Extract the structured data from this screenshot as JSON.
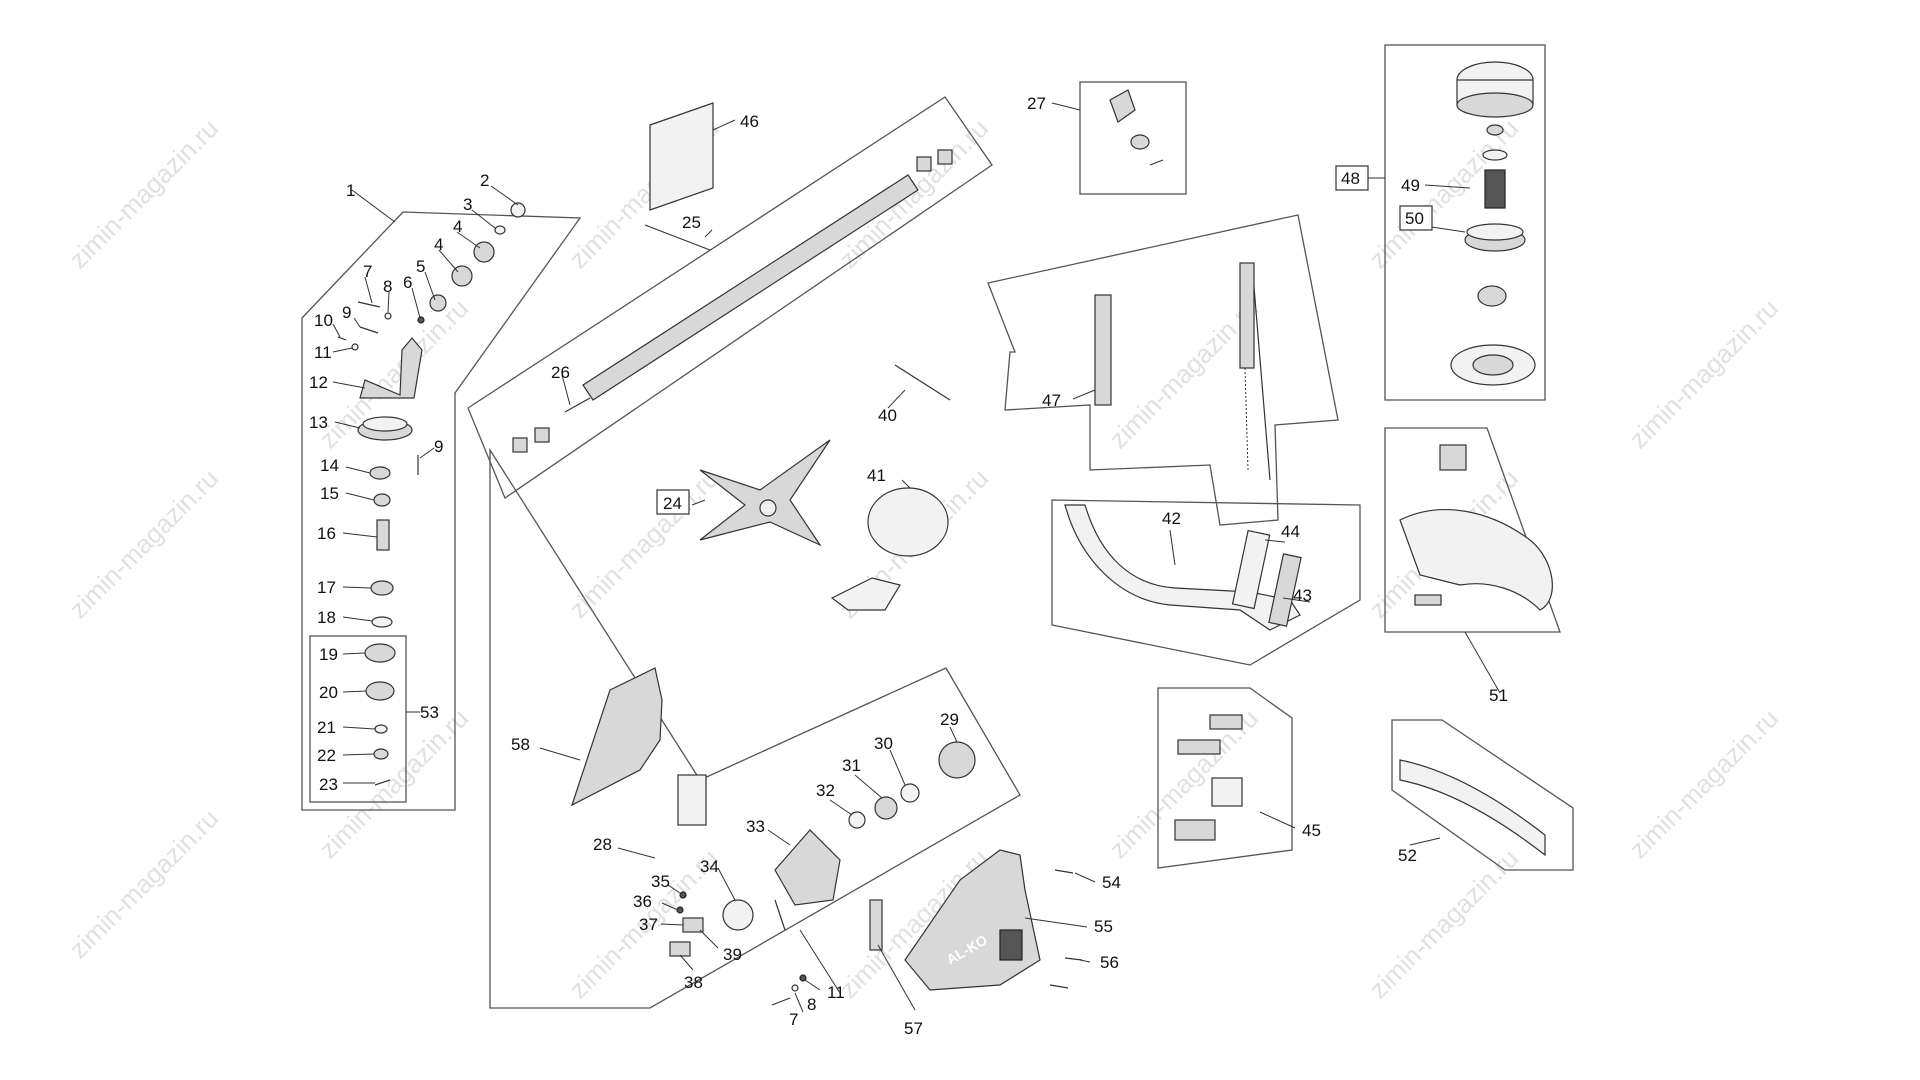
{
  "watermark": "zimin-magazin.ru",
  "brand_logo": "AL-KO",
  "callouts": {
    "c1": "1",
    "c2": "2",
    "c3": "3",
    "c4a": "4",
    "c4b": "4",
    "c5": "5",
    "c6": "6",
    "c7a": "7",
    "c8a": "8",
    "c9a": "9",
    "c9b": "9",
    "c10": "10",
    "c11a": "11",
    "c12": "12",
    "c13": "13",
    "c14": "14",
    "c15": "15",
    "c16": "16",
    "c17": "17",
    "c18": "18",
    "c19": "19",
    "c20": "20",
    "c21": "21",
    "c22": "22",
    "c23": "23",
    "c24": "24",
    "c25": "25",
    "c26": "26",
    "c27": "27",
    "c28": "28",
    "c29": "29",
    "c30": "30",
    "c31": "31",
    "c32": "32",
    "c33": "33",
    "c34": "34",
    "c35": "35",
    "c36": "36",
    "c37": "37",
    "c38": "38",
    "c39": "39",
    "c40": "40",
    "c41": "41",
    "c42": "42",
    "c43": "43",
    "c44": "44",
    "c45": "45",
    "c46": "46",
    "c47": "47",
    "c48": "48",
    "c49": "49",
    "c50": "50",
    "c51": "51",
    "c52": "52",
    "c53": "53",
    "c54": "54",
    "c55": "55",
    "c56": "56",
    "c57": "57",
    "c58": "58",
    "c7b": "7",
    "c8b": "8",
    "c11b": "11"
  }
}
